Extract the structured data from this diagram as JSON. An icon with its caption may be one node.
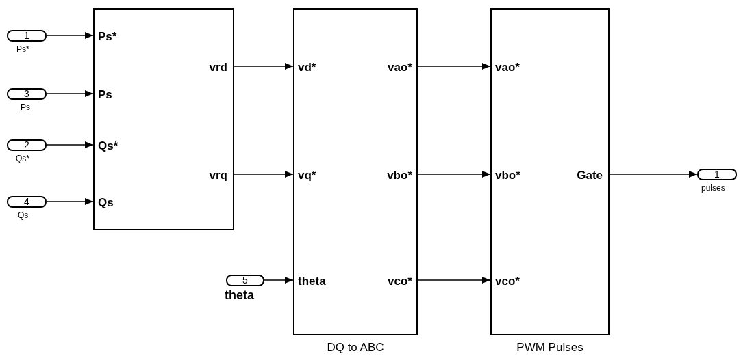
{
  "diagram": {
    "nodes": [
      {
        "text": [
          "1"
        ],
        "beside": [
          "Ps*"
        ]
      },
      {
        "text": [
          "3"
        ],
        "beside": [
          "Ps"
        ]
      },
      {
        "text": [
          "2"
        ],
        "beside": [
          "Qs*"
        ]
      },
      {
        "text": [
          "4"
        ],
        "beside": [
          "Qs"
        ]
      },
      {
        "text": [
          "Ps*",
          "Ps",
          "Qs*",
          "Qs",
          "vrd",
          "vrq"
        ]
      },
      {
        "text": [
          "5"
        ],
        "beside": [
          "theta"
        ]
      },
      {
        "text": [
          "vd*",
          "vq*",
          "theta",
          "vao*",
          "vbo*",
          "vco*",
          "DQ to ABC"
        ]
      },
      {
        "text": [
          "vao*",
          "vbo*",
          "vco*",
          "Gate",
          "PWM Pulses"
        ]
      },
      {
        "text": [
          "1"
        ],
        "beside": [
          "pulses"
        ]
      }
    ],
    "edges": [
      {
        "from": 0,
        "to": 4,
        "arrow": "to"
      },
      {
        "from": 1,
        "to": 4,
        "arrow": "to"
      },
      {
        "from": 2,
        "to": 4,
        "arrow": "to"
      },
      {
        "from": 3,
        "to": 4,
        "arrow": "to"
      },
      {
        "from": 4,
        "to": 6,
        "arrow": "to"
      },
      {
        "from": 4,
        "to": 6,
        "arrow": "to"
      },
      {
        "from": 5,
        "to": 6,
        "arrow": "to"
      },
      {
        "from": 6,
        "to": 7,
        "arrow": "to"
      },
      {
        "from": 6,
        "to": 7,
        "arrow": "to"
      },
      {
        "from": 6,
        "to": 7,
        "arrow": "to"
      },
      {
        "from": 7,
        "to": 8,
        "arrow": "to"
      }
    ]
  }
}
